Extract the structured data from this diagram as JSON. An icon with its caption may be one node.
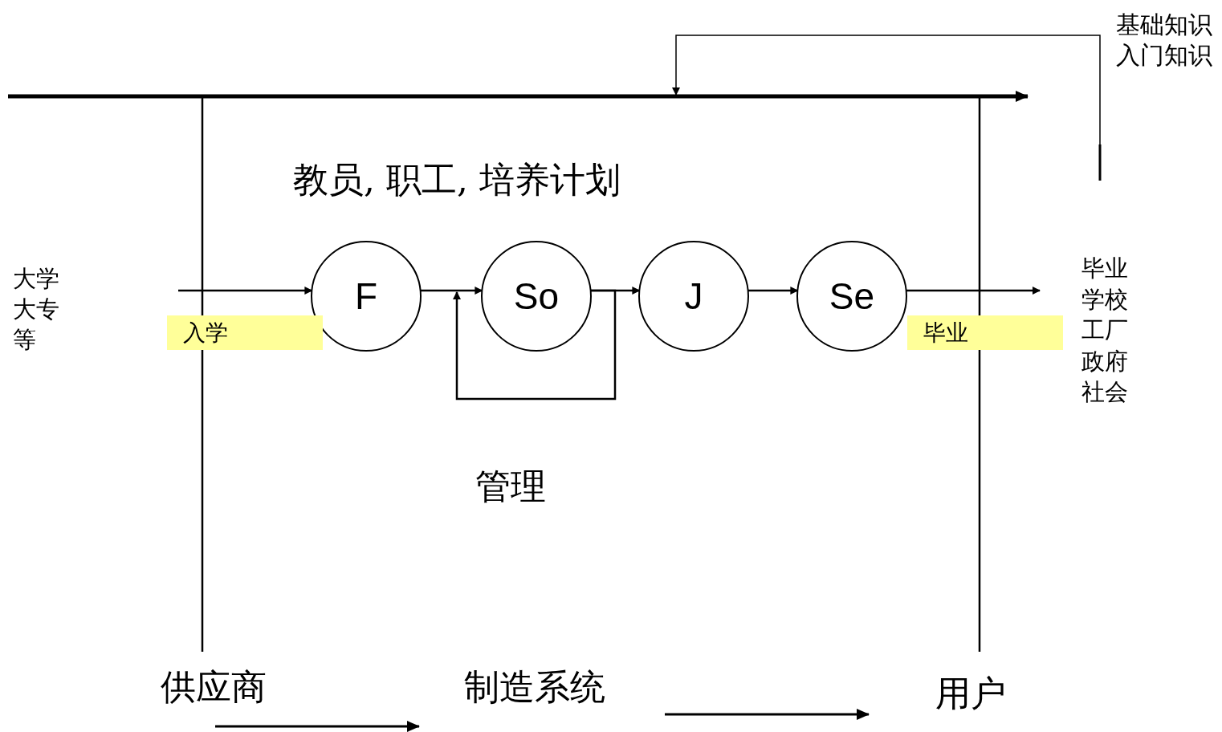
{
  "diagram": {
    "nodes": [
      {
        "text": [
          "F"
        ]
      },
      {
        "text": [
          "So"
        ]
      },
      {
        "text": [
          "J"
        ]
      },
      {
        "text": [
          "Se"
        ]
      },
      {
        "text": [
          "入学"
        ]
      },
      {
        "text": [
          "毕业"
        ]
      },
      {
        "text": [
          "基础知识",
          "入门知识"
        ]
      },
      {
        "text": [
          "毕业",
          "学校",
          "工厂",
          "政府",
          "社会"
        ]
      }
    ],
    "edges": [
      {
        "from": null,
        "to": 0,
        "arrow": "to"
      },
      {
        "from": 0,
        "to": 1,
        "arrow": "to"
      },
      {
        "from": 1,
        "to": 2,
        "arrow": "to"
      },
      {
        "from": 2,
        "to": 3,
        "arrow": "to"
      },
      {
        "from": 3,
        "to": 7,
        "arrow": "to"
      },
      {
        "from": 1,
        "to": 1,
        "arrow": "to"
      },
      {
        "from": 6,
        "to": null,
        "arrow": "to"
      }
    ],
    "labels": [
      "教员, 职工, 培养计划",
      "大学",
      "大专",
      "等",
      "管理",
      "供应商",
      "制造系统",
      "用户"
    ]
  }
}
